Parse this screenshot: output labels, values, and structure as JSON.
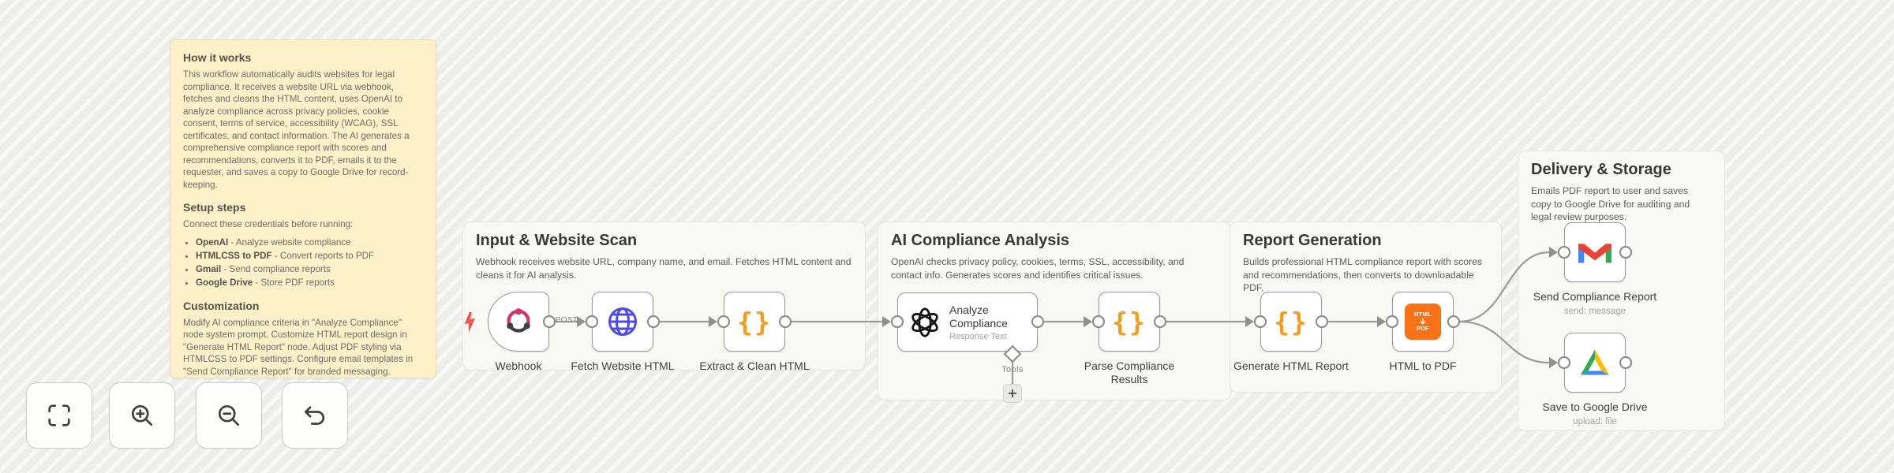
{
  "colors": {
    "canvas_bg": "#efefec",
    "sticky_bg": "#fcf0c9",
    "code_icon_orange": "#f59c1d",
    "pdf_icon_bg": "#f97316",
    "globe_icon_indigo": "#4f49e8",
    "webhook_pink": "#d6336c",
    "trigger_bolt_red": "#f2544d",
    "wire_gray": "#9b9b98",
    "gmail_red": "#EA4335",
    "gmail_blue": "#4285F4",
    "gmail_green": "#34A853",
    "gmail_yellow": "#FBBC04",
    "drive_green": "#34A853",
    "drive_yellow": "#FBBC04",
    "drive_blue": "#4285F4"
  },
  "sticky": {
    "heading1": "How it works",
    "para1": "This workflow automatically audits websites for legal compliance. It receives a website URL via webhook, fetches and cleans the HTML content, uses OpenAI to analyze compliance across privacy policies, cookie consent, terms of service, accessibility (WCAG), SSL certificates, and contact information. The AI generates a comprehensive compliance report with scores and recommendations, converts it to PDF, emails it to the requester, and saves a copy to Google Drive for record-keeping.",
    "heading2": "Setup steps",
    "para2": "Connect these credentials before running:",
    "bullets": [
      {
        "name": "OpenAI",
        "desc": " - Analyze website compliance"
      },
      {
        "name": "HTMLCSS to PDF",
        "desc": " - Convert reports to PDF"
      },
      {
        "name": "Gmail",
        "desc": " - Send compliance reports"
      },
      {
        "name": "Google Drive",
        "desc": " - Store PDF reports"
      }
    ],
    "heading3": "Customization",
    "para3": "Modify AI compliance criteria in \"Analyze Compliance\" node system prompt. Customize HTML report design in \"Generate HTML Report\" node. Adjust PDF styling via HTMLCSS to PDF settings. Configure email templates in \"Send Compliance Report\" for branded messaging."
  },
  "sections": [
    {
      "title": "Input & Website Scan",
      "description": "Webhook receives website URL, company name, and email. Fetches HTML content and cleans it for AI analysis."
    },
    {
      "title": "AI Compliance Analysis",
      "description": "OpenAI checks privacy policy, cookies, terms, SSL, accessibility, and contact info. Generates scores and identifies critical issues."
    },
    {
      "title": "Report Generation",
      "description": "Builds professional HTML compliance report with scores and recommendations, then converts to downloadable PDF."
    },
    {
      "title": "Delivery & Storage",
      "description": "Emails PDF report to user and saves copy to Google Drive for auditing and legal review purposes."
    }
  ],
  "nodes": {
    "webhook": {
      "label": "Webhook"
    },
    "fetch": {
      "label": "Fetch Website HTML"
    },
    "extract": {
      "label": "Extract & Clean HTML"
    },
    "analyze": {
      "title": "Analyze Compliance",
      "subtitle": "Response Text"
    },
    "parse": {
      "label": "Parse Compliance Results"
    },
    "generate": {
      "label": "Generate HTML Report"
    },
    "htmlpdf": {
      "label": "HTML to PDF",
      "icon_top": "HTML",
      "icon_bottom": "PDF"
    },
    "gmail": {
      "label": "Send Compliance Report",
      "sublabel": "send: message"
    },
    "drive": {
      "label": "Save to Google Drive",
      "sublabel": "upload: file"
    }
  },
  "labels": {
    "post": "POST",
    "tools": "Tools"
  }
}
